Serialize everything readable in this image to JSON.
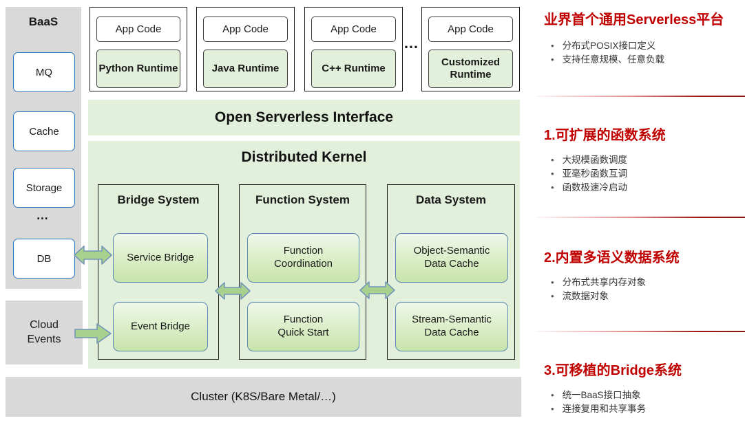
{
  "colors": {
    "panel_gray": "#D9D9D9",
    "band_green": "#E2EFDA",
    "node_green": "#A9D18E",
    "node_border_blue": "#5B88B2",
    "service_border_blue": "#2E75B6",
    "accent_red": "#C00000"
  },
  "sidebar": {
    "title": "BaaS",
    "services": [
      "MQ",
      "Cache",
      "Storage"
    ],
    "ellipsis": "…",
    "db": "DB",
    "cloud_events": "Cloud Events"
  },
  "runtime_cards": [
    {
      "app_code": "App Code",
      "runtime": "Python Runtime"
    },
    {
      "app_code": "App Code",
      "runtime": "Java Runtime"
    },
    {
      "app_code": "App Code",
      "runtime": "C++ Runtime"
    },
    {
      "app_code": "App Code",
      "runtime": "Customized Runtime"
    }
  ],
  "cards_ellipsis": "…",
  "interface_band": {
    "title": "Open Serverless Interface"
  },
  "kernel": {
    "title": "Distributed Kernel",
    "systems": [
      {
        "title": "Bridge System",
        "boxes": [
          "Service Bridge",
          "Event Bridge"
        ]
      },
      {
        "title": "Function System",
        "boxes": [
          "Function Coordination",
          "Function Quick Start"
        ]
      },
      {
        "title": "Data System",
        "boxes": [
          "Object-Semantic Data Cache",
          "Stream-Semantic Data Cache"
        ]
      }
    ]
  },
  "cluster_bar": {
    "label": "Cluster (K8S/Bare Metal/…)"
  },
  "right_panel": {
    "sections": [
      {
        "heading": "业界首个通用Serverless平台",
        "bullets": [
          "分布式POSIX接口定义",
          "支持任意规模、任意负载"
        ]
      },
      {
        "heading": "1.可扩展的函数系统",
        "bullets": [
          "大规模函数调度",
          "亚毫秒函数互调",
          "函数极速冷启动"
        ]
      },
      {
        "heading": "2.内置多语义数据系统",
        "bullets": [
          "分布式共享内存对象",
          "流数据对象"
        ]
      },
      {
        "heading": "3.可移植的Bridge系统",
        "bullets": [
          "统一BaaS接口抽象",
          "连接复用和共享事务"
        ]
      }
    ]
  }
}
